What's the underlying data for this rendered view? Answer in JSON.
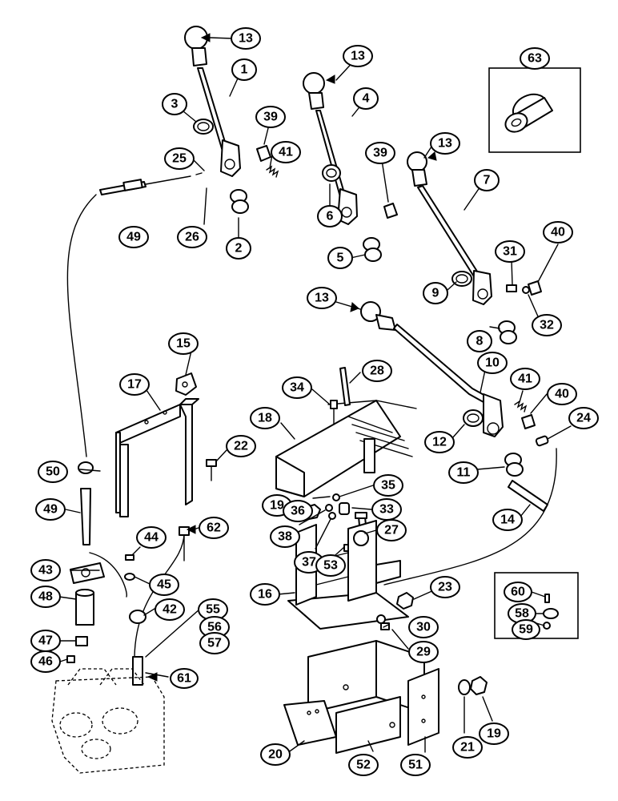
{
  "callouts": {
    "c1": "1",
    "c2": "2",
    "c3": "3",
    "c4": "4",
    "c5": "5",
    "c6": "6",
    "c7": "7",
    "c8": "8",
    "c9": "9",
    "c10": "10",
    "c11": "11",
    "c12": "12",
    "c13a": "13",
    "c13b": "13",
    "c13c": "13",
    "c13d": "13",
    "c14": "14",
    "c15": "15",
    "c16": "16",
    "c17": "17",
    "c18": "18",
    "c19a": "19",
    "c19b": "19",
    "c20": "20",
    "c21": "21",
    "c22": "22",
    "c23": "23",
    "c24": "24",
    "c25": "25",
    "c26": "26",
    "c27": "27",
    "c28": "28",
    "c29": "29",
    "c30": "30",
    "c31": "31",
    "c32": "32",
    "c33": "33",
    "c34": "34",
    "c35": "35",
    "c36": "36",
    "c37": "37",
    "c38": "38",
    "c39a": "39",
    "c39b": "39",
    "c40a": "40",
    "c40b": "40",
    "c41a": "41",
    "c41b": "41",
    "c42": "42",
    "c43": "43",
    "c44": "44",
    "c45": "45",
    "c46": "46",
    "c47": "47",
    "c48": "48",
    "c49a": "49",
    "c49b": "49",
    "c50": "50",
    "c51": "51",
    "c52": "52",
    "c53": "53",
    "c55": "55",
    "c56": "56",
    "c57": "57",
    "c58": "58",
    "c59": "59",
    "c60": "60",
    "c61": "61",
    "c62": "62",
    "c63": "63"
  }
}
